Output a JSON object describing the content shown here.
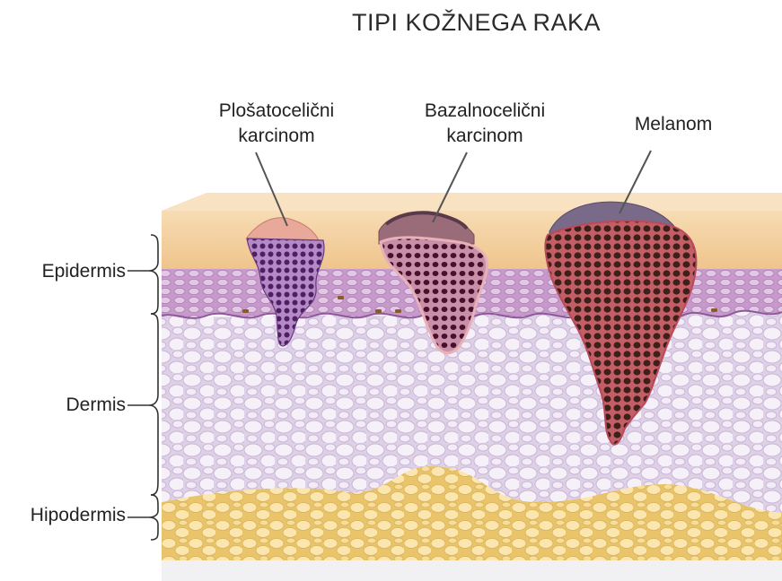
{
  "title": "TIPI KOŽNEGA RAKA",
  "tumors": [
    {
      "line1": "Plošatocelični",
      "line2": "karcinom"
    },
    {
      "line1": "Bazalnocelični",
      "line2": "karcinom"
    },
    {
      "line1": "Melanom",
      "line2": ""
    }
  ],
  "layers": [
    "Epidermis",
    "Dermis",
    "Hipodermis"
  ],
  "colors": {
    "stratum_corneum": "#f3cf9c",
    "epidermis": "#c79acb",
    "dermis": "#eadff0",
    "hypodermis": "#f4dc93",
    "squamous": "#7a3f8e",
    "basal": "#6b1f3c",
    "melanoma": "#4a2a20"
  }
}
